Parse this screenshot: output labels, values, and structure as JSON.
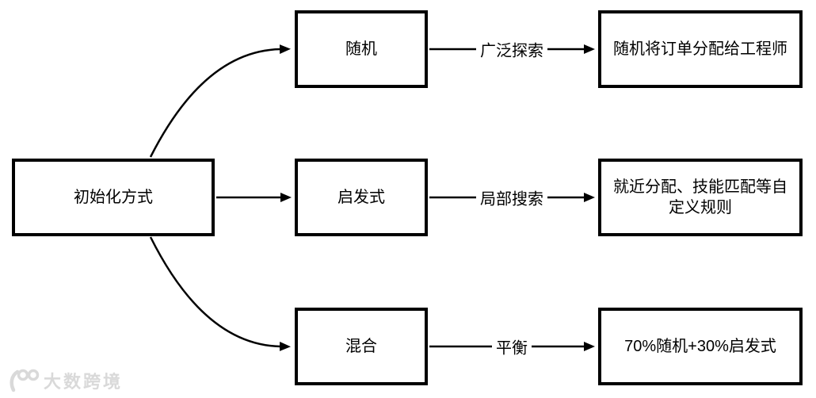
{
  "diagram": {
    "type": "flowchart",
    "root": {
      "label": "初始化方式"
    },
    "branches": [
      {
        "strategy": "随机",
        "edge_label": "广泛探索",
        "description": "随机将订单分配给工程师"
      },
      {
        "strategy": "启发式",
        "edge_label": "局部搜索",
        "description": "就近分配、技能匹配等自定义规则"
      },
      {
        "strategy": "混合",
        "edge_label": "平衡",
        "description": "70%随机+30%启发式"
      }
    ]
  },
  "watermark": {
    "brand": "大数跨境",
    "logo": "100-logo"
  },
  "colors": {
    "stroke": "#000000",
    "background": "#ffffff",
    "text": "#000000",
    "watermark": "#d9d9d9"
  }
}
